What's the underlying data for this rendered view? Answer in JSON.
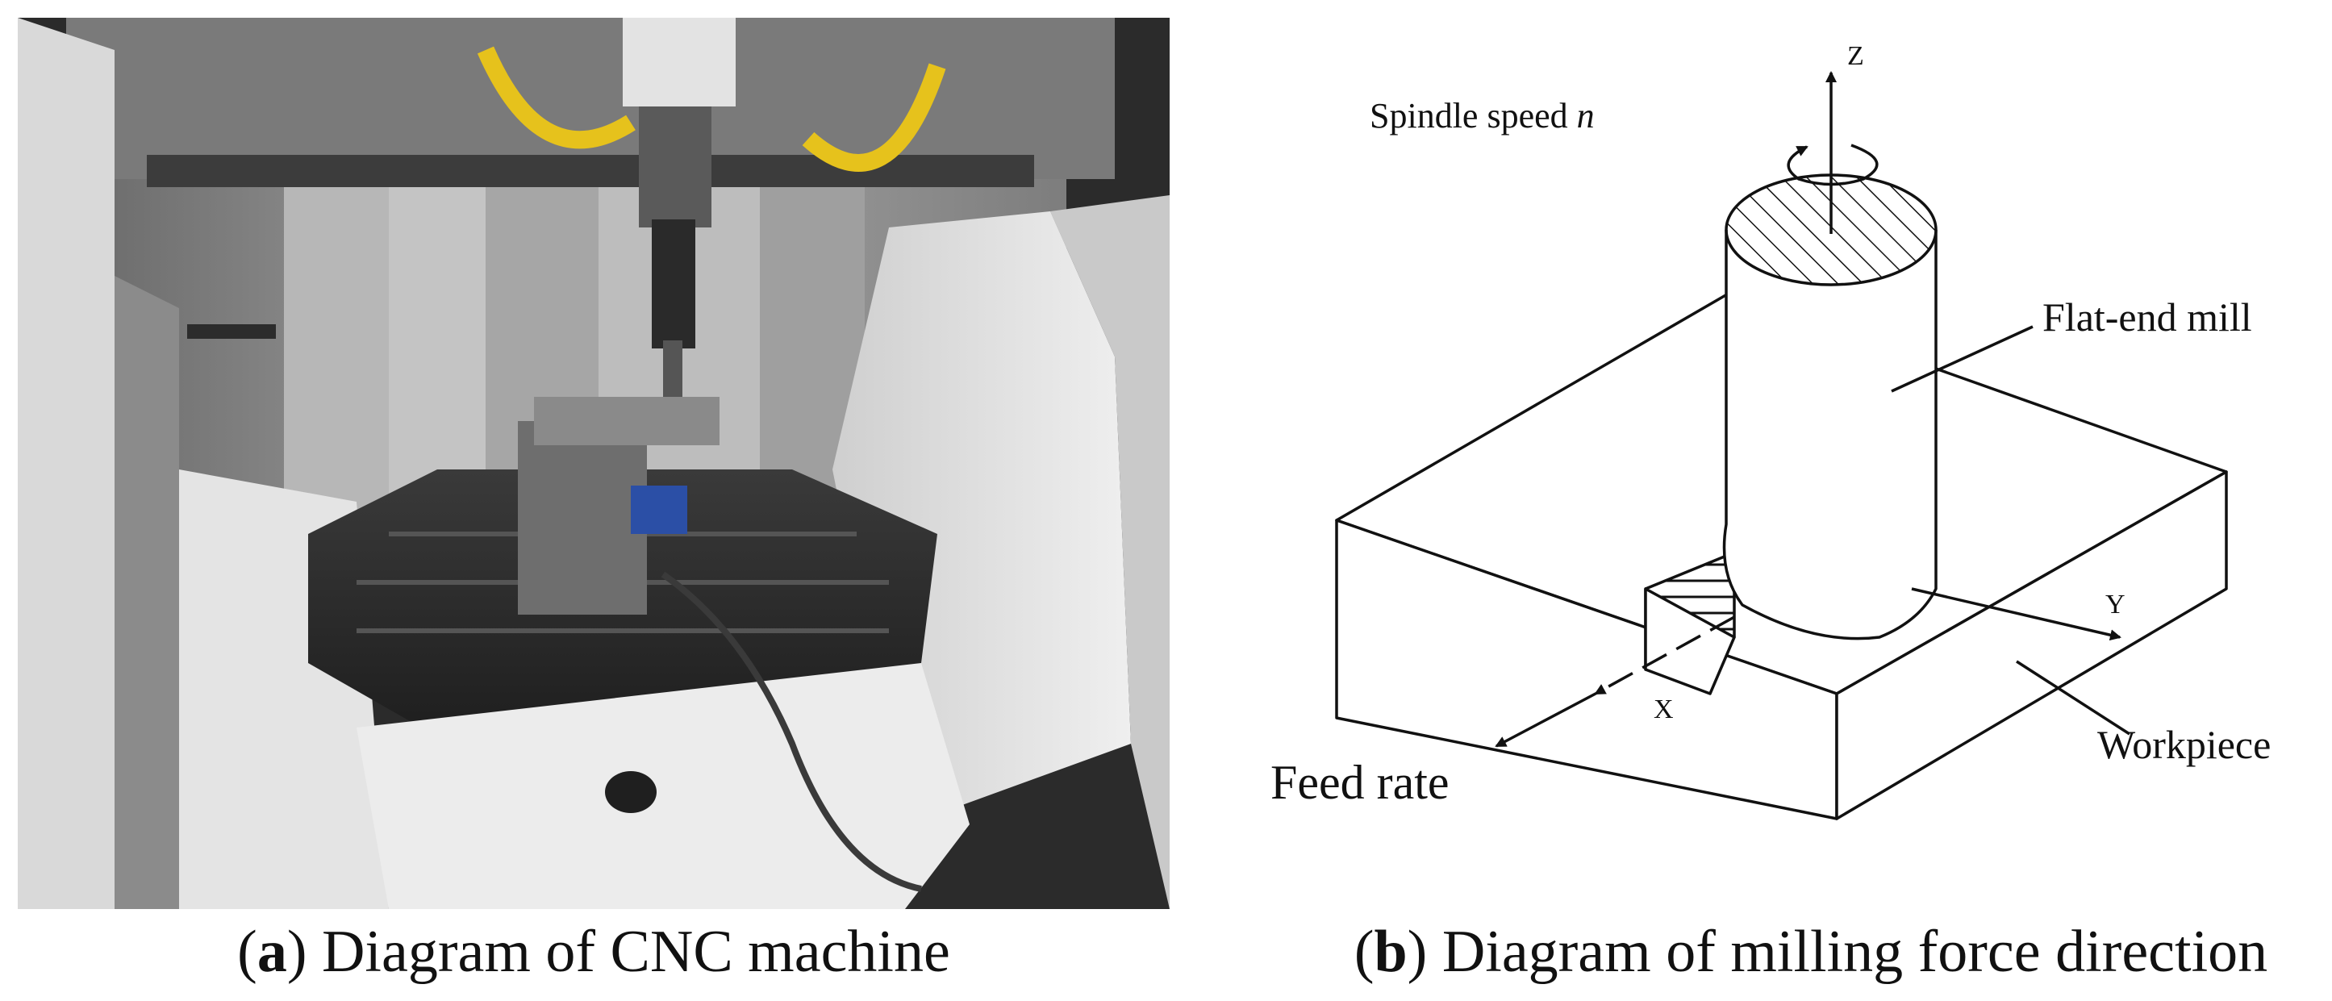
{
  "figure": {
    "panel_a": {
      "caption_letter": "a",
      "caption_text": "Diagram of CNC machine"
    },
    "panel_b": {
      "caption_letter": "b",
      "caption_text": "Diagram of milling force direction",
      "labels": {
        "spindle_speed": "Spindle speed",
        "spindle_symbol": "n",
        "tool": "Flat-end mill",
        "workpiece": "Workpiece",
        "feed_rate": "Feed rate",
        "axis_x": "X",
        "axis_y": "Y",
        "axis_z": "Z"
      }
    }
  }
}
